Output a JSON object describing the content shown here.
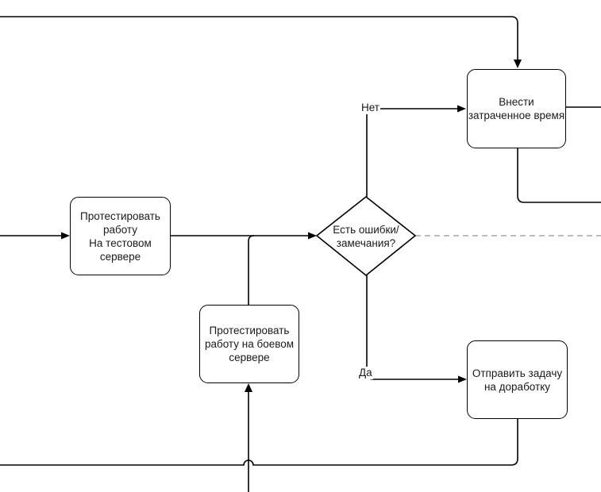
{
  "diagram": {
    "nodes": {
      "test_server": {
        "label": "Протестировать\nработу\nНа тестовом\nсервере"
      },
      "check_errors": {
        "label": "Есть ошибки/\nзамечания?"
      },
      "prod_server": {
        "label": "Протестировать\nработу на боевом\nсервере"
      },
      "log_time": {
        "label": "Внести\nзатраченное время"
      },
      "rework": {
        "label": "Отправить задачу\nна доработку"
      }
    },
    "edge_labels": {
      "no": "Нет",
      "yes": "Да"
    },
    "colors": {
      "line": "#000000",
      "dashed": "#a6a6a6",
      "fill": "#ffffff",
      "text": "#1a1a1a"
    }
  }
}
